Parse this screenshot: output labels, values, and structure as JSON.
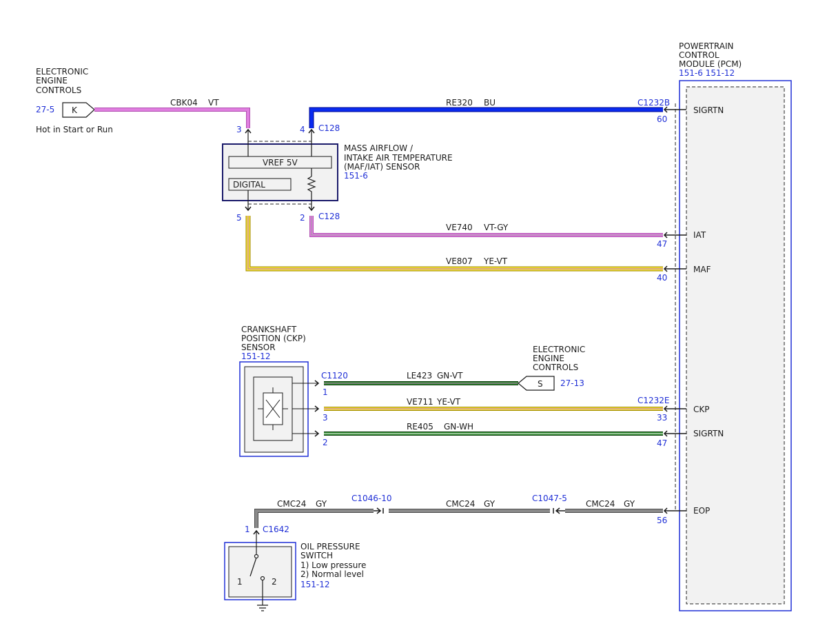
{
  "colors": {
    "violet": "#e07ee0",
    "violet_edge": "#b050b0",
    "blue_wire": "#0a2bf0",
    "blue_edge": "#000a90",
    "yellow": "#f2df3a",
    "yellow_edge": "#a08a00",
    "green": "#2e8a2e",
    "green_edge": "#0a3a0a",
    "gray": "#8a8a8a",
    "gray_edge": "#4a4a4a",
    "ref_blue": "#1f2fd6",
    "box_border": "#1f2fd6",
    "sensor_border": "#1a1a6a"
  },
  "ece_top": {
    "title": [
      "ELECTRONIC",
      "ENGINE",
      "CONTROLS"
    ],
    "ref": "27-5",
    "connector": "K",
    "note": "Hot in Start or Run"
  },
  "pcm": {
    "title": [
      "POWERTRAIN",
      "CONTROL",
      "MODULE (PCM)"
    ],
    "refs": "151-6  151-12",
    "connector_b": "C1232B",
    "connector_e": "C1232E",
    "pins": [
      {
        "pin": "60",
        "label": "SIGRTN"
      },
      {
        "pin": "47",
        "label": "IAT"
      },
      {
        "pin": "40",
        "label": "MAF"
      },
      {
        "pin": "33",
        "label": "CKP"
      },
      {
        "pin": "47",
        "label": "SIGRTN"
      },
      {
        "pin": "56",
        "label": "EOP"
      }
    ]
  },
  "maf": {
    "title": [
      "MASS AIRFLOW /",
      "INTAKE AIR TEMPERATURE",
      "(MAF/IAT) SENSOR"
    ],
    "ref": "151-6",
    "vref": "VREF 5V",
    "digital": "DIGITAL",
    "connector_top": "C128",
    "connector_bottom": "C128",
    "pin_tl": "3",
    "pin_tr": "4",
    "pin_bl": "5",
    "pin_br": "2"
  },
  "wires": {
    "cbk04": {
      "circuit": "CBK04",
      "color": "VT"
    },
    "re320": {
      "circuit": "RE320",
      "color": "BU"
    },
    "ve740": {
      "circuit": "VE740",
      "color": "VT-GY"
    },
    "ve807": {
      "circuit": "VE807",
      "color": "YE-VT"
    },
    "le423": {
      "circuit": "LE423",
      "color": "GN-VT"
    },
    "ve711": {
      "circuit": "VE711",
      "color": "YE-VT"
    },
    "re405": {
      "circuit": "RE405",
      "color": "GN-WH"
    },
    "cmc24_a": {
      "circuit": "CMC24",
      "color": "GY"
    },
    "cmc24_b": {
      "circuit": "CMC24",
      "color": "GY"
    },
    "cmc24_c": {
      "circuit": "CMC24",
      "color": "GY"
    }
  },
  "ckp": {
    "title": [
      "CRANKSHAFT",
      "POSITION (CKP)",
      "SENSOR"
    ],
    "ref": "151-12",
    "connector": "C1120",
    "pin1": "1",
    "pin3": "3",
    "pin2": "2"
  },
  "ece_mid": {
    "title": [
      "ELECTRONIC",
      "ENGINE",
      "CONTROLS"
    ],
    "connector": "S",
    "ref": "27-13"
  },
  "inline": {
    "c1046": "C1046-10",
    "c1047": "C1047-5"
  },
  "ops": {
    "title": [
      "OIL PRESSURE",
      "SWITCH"
    ],
    "states": [
      "1) Low pressure",
      "2) Normal level"
    ],
    "ref": "151-12",
    "connector": "C1642",
    "pin": "1",
    "contact1": "1",
    "contact2": "2"
  }
}
